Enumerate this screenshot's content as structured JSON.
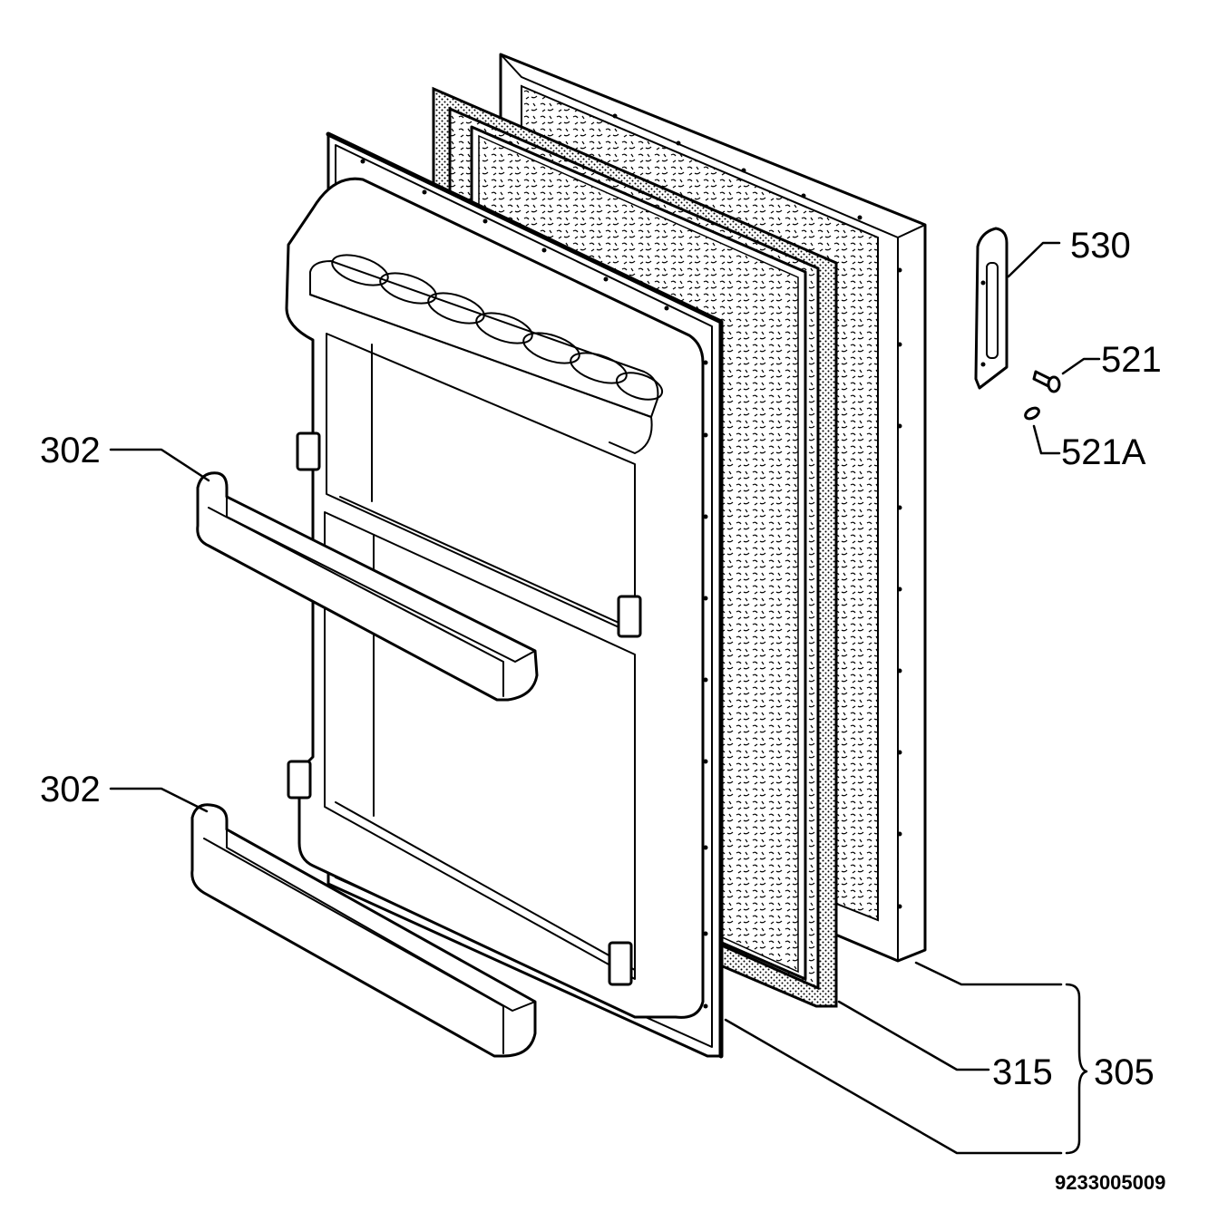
{
  "labels": {
    "shelf_upper": "302",
    "shelf_lower": "302",
    "hinge_bracket": "530",
    "screw": "521",
    "washer": "521A",
    "gasket": "315",
    "door_assembly": "305"
  },
  "drawing_code": "9233005009",
  "colors": {
    "line": "#000000",
    "background": "#ffffff"
  }
}
